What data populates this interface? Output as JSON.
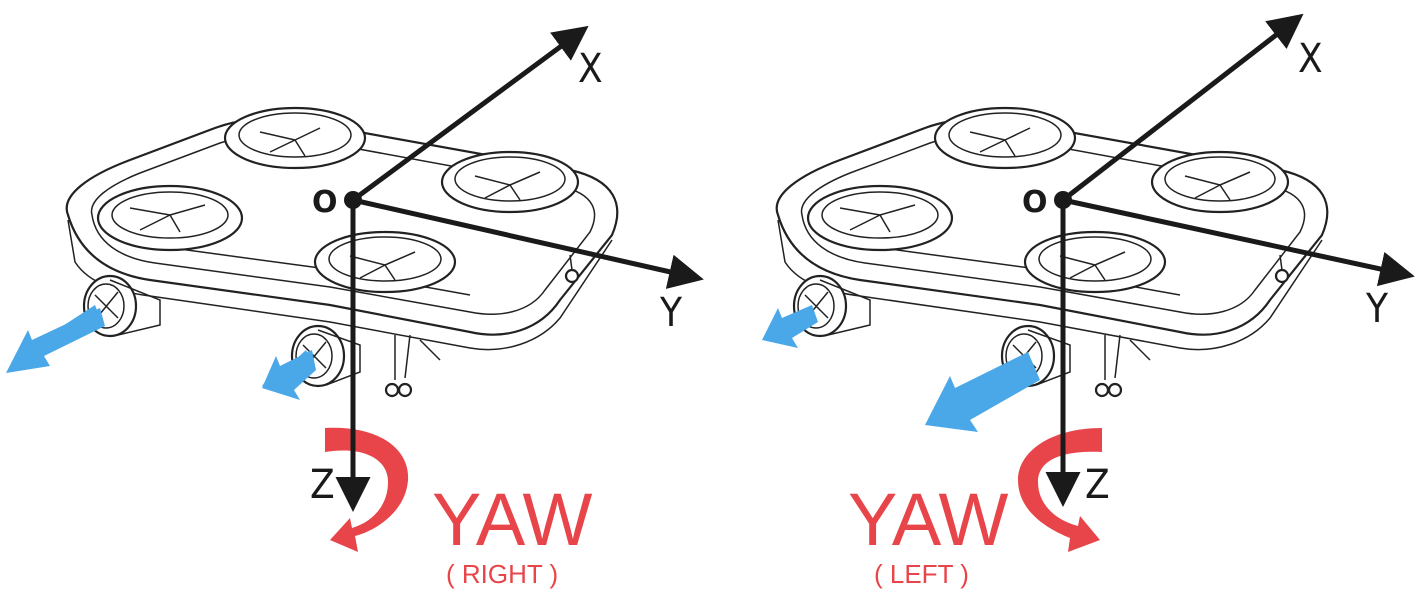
{
  "panels": [
    {
      "id": "right",
      "axes": {
        "x": "X",
        "y": "Y",
        "z": "Z",
        "origin": "O"
      },
      "yaw_label": "YAW",
      "direction_label": "( RIGHT )"
    },
    {
      "id": "left",
      "axes": {
        "x": "X",
        "y": "Y",
        "z": "Z",
        "origin": "O"
      },
      "yaw_label": "YAW",
      "direction_label": "( LEFT )"
    }
  ],
  "colors": {
    "axis": "#1a1a1a",
    "thrust_arrow": "#4aa8e8",
    "yaw_arrow": "#e8454a",
    "drone_outline": "#222222"
  }
}
